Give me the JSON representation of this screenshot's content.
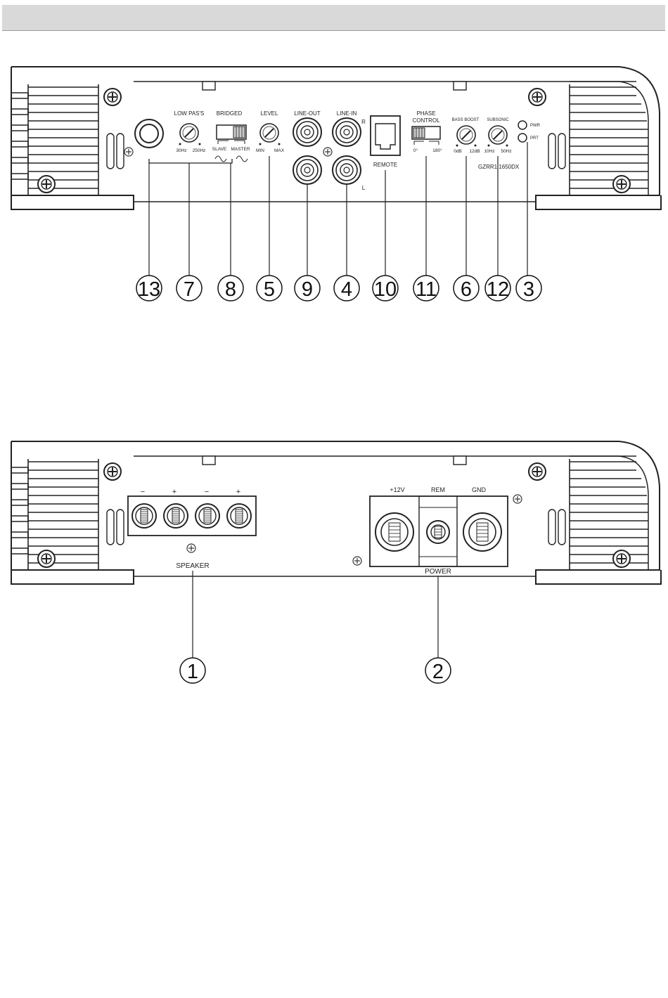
{
  "top_panel": {
    "labels": {
      "low_pass": "LOW PAS'S",
      "bridged": "BRIDGED",
      "level": "LEVEL",
      "line_out": "LINE-OUT",
      "line_in": "LINE-IN",
      "phase_control_1": "PHASE",
      "phase_control_2": "CONTROL",
      "bass_boost": "BASS BOOST",
      "subsonic": "SUBSONIC",
      "pwr": "PWR",
      "prt": "PRT",
      "lp_min": "30Hz",
      "lp_max": "250Hz",
      "slave": "SLAVE",
      "master": "MASTER",
      "level_min": "MIN",
      "level_max": "MAX",
      "r": "R",
      "l": "L",
      "remote": "REMOTE",
      "phase_0": "0°",
      "phase_180": "180°",
      "bb_min": "0dB",
      "bb_max": "12dB",
      "ss_min": "10Hz",
      "ss_max": "50Hz",
      "model": "GZRR1.1650DX"
    },
    "callouts": [
      "13",
      "7",
      "8",
      "5",
      "9",
      "4",
      "10",
      "11",
      "6",
      "12",
      "3"
    ]
  },
  "bottom_panel": {
    "labels": {
      "minus_1": "−",
      "plus_1": "+",
      "minus_2": "−",
      "plus_2": "+",
      "speaker": "SPEAKER",
      "plus12v": "+12V",
      "rem": "REM",
      "gnd": "GND",
      "power": "POWER"
    },
    "callouts": [
      "1",
      "2"
    ]
  }
}
